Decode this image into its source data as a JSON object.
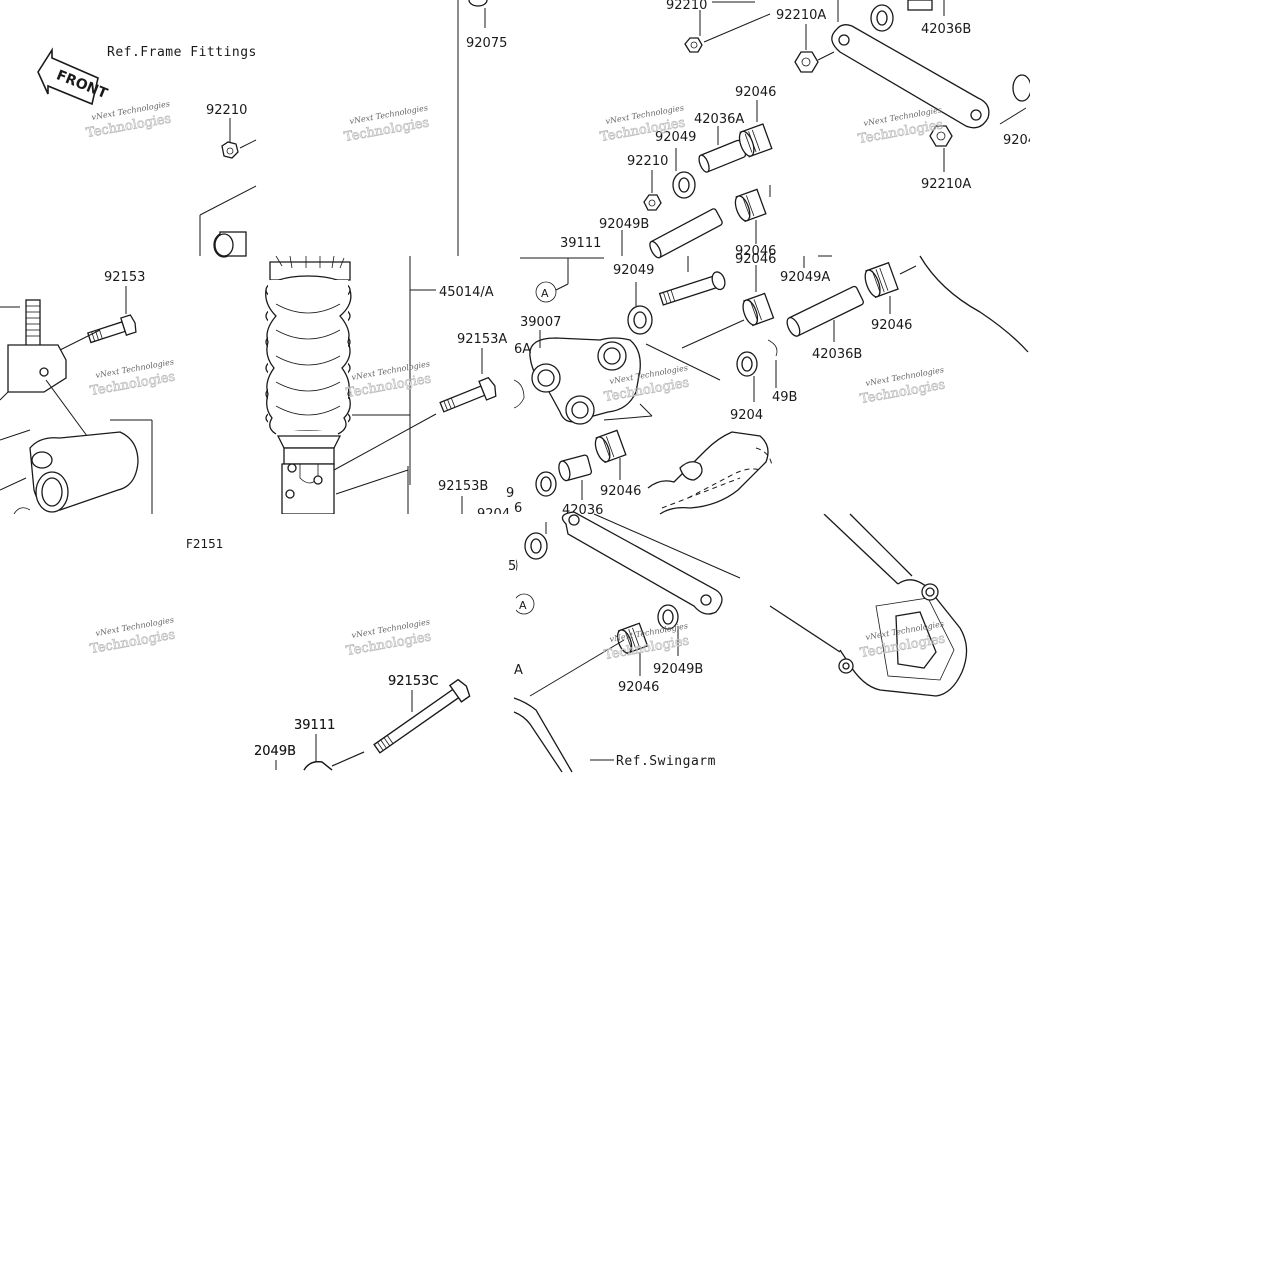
{
  "diagram": {
    "labels": {
      "ref_frame": "Ref.Frame Fittings-",
      "front": "FRONT",
      "fig_code": "F2151",
      "ref_swingarm": "Ref.Swingarm",
      "p92075": "92075",
      "p92210_top": "92210",
      "p92210A_top": "92210A",
      "p42036B_top": "42036B",
      "p92210_left": "92210",
      "p92046_a": "92046",
      "p42036A": "42036A",
      "p92049_a": "92049",
      "p92210_mid": "92210",
      "p92049B_a": "92049B",
      "p39111_a": "39111",
      "p92046_b": "92046",
      "p92046_c": "92046",
      "p92210A_right": "92210A",
      "p9204_right": "9204",
      "p92049A": "92049A",
      "p92046_d": "92046",
      "p42036B_mid": "42036B",
      "p92153": "92153",
      "p45014A": "45014/A",
      "p92153A": "92153A",
      "p39007": "39007",
      "p92049_b": "92049",
      "p9204_cut": "9204",
      "p49B_cut": "49B",
      "p6A_cut": "6A",
      "p92153B": "92153B",
      "p9204_cut2": "9204",
      "p92046_e": "92046",
      "p42036": "42036",
      "p92049B_b": "92049B",
      "p92046_f": "92046",
      "p92153C": "92153C",
      "p39111_b": "39111",
      "p2049B_cut": "2049B",
      "circle_A1": "A",
      "circle_A2": "A",
      "cut_A": "A",
      "cut_9": "9",
      "cut_6": "6",
      "cut_5": "5"
    },
    "watermark": {
      "line1": "vNext Technologies",
      "line2": "Technologies"
    }
  }
}
